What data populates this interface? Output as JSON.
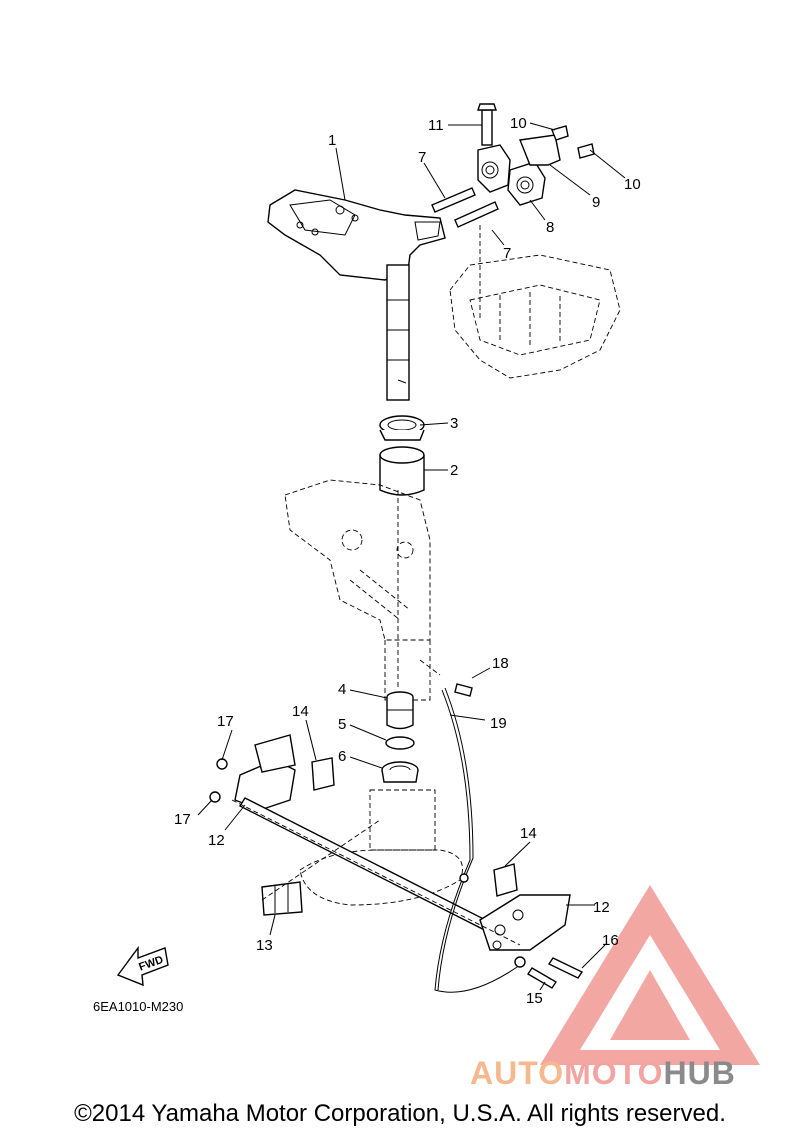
{
  "callouts": {
    "c1": "1",
    "c2": "2",
    "c3": "3",
    "c4": "4",
    "c5": "5",
    "c6": "6",
    "c7a": "7",
    "c7b": "7",
    "c8": "8",
    "c9": "9",
    "c10a": "10",
    "c10b": "10",
    "c11": "11",
    "c12a": "12",
    "c12b": "12",
    "c13": "13",
    "c14a": "14",
    "c14b": "14",
    "c15": "15",
    "c16": "16",
    "c17a": "17",
    "c17b": "17",
    "c18": "18",
    "c19": "19"
  },
  "fwd_label": "FWD",
  "diagram_code": "6EA1010-M230",
  "copyright": "©2014 Yamaha Motor Corporation, U.S.A. All rights reserved.",
  "watermark": {
    "part1": "AUTO",
    "part2": "MOTO",
    "part3": "HUB",
    "colors": {
      "auto": "#f6b98f",
      "moto": "#f3a4a0",
      "hub": "#8a8a8a",
      "triangle": "#ef8a85"
    }
  }
}
